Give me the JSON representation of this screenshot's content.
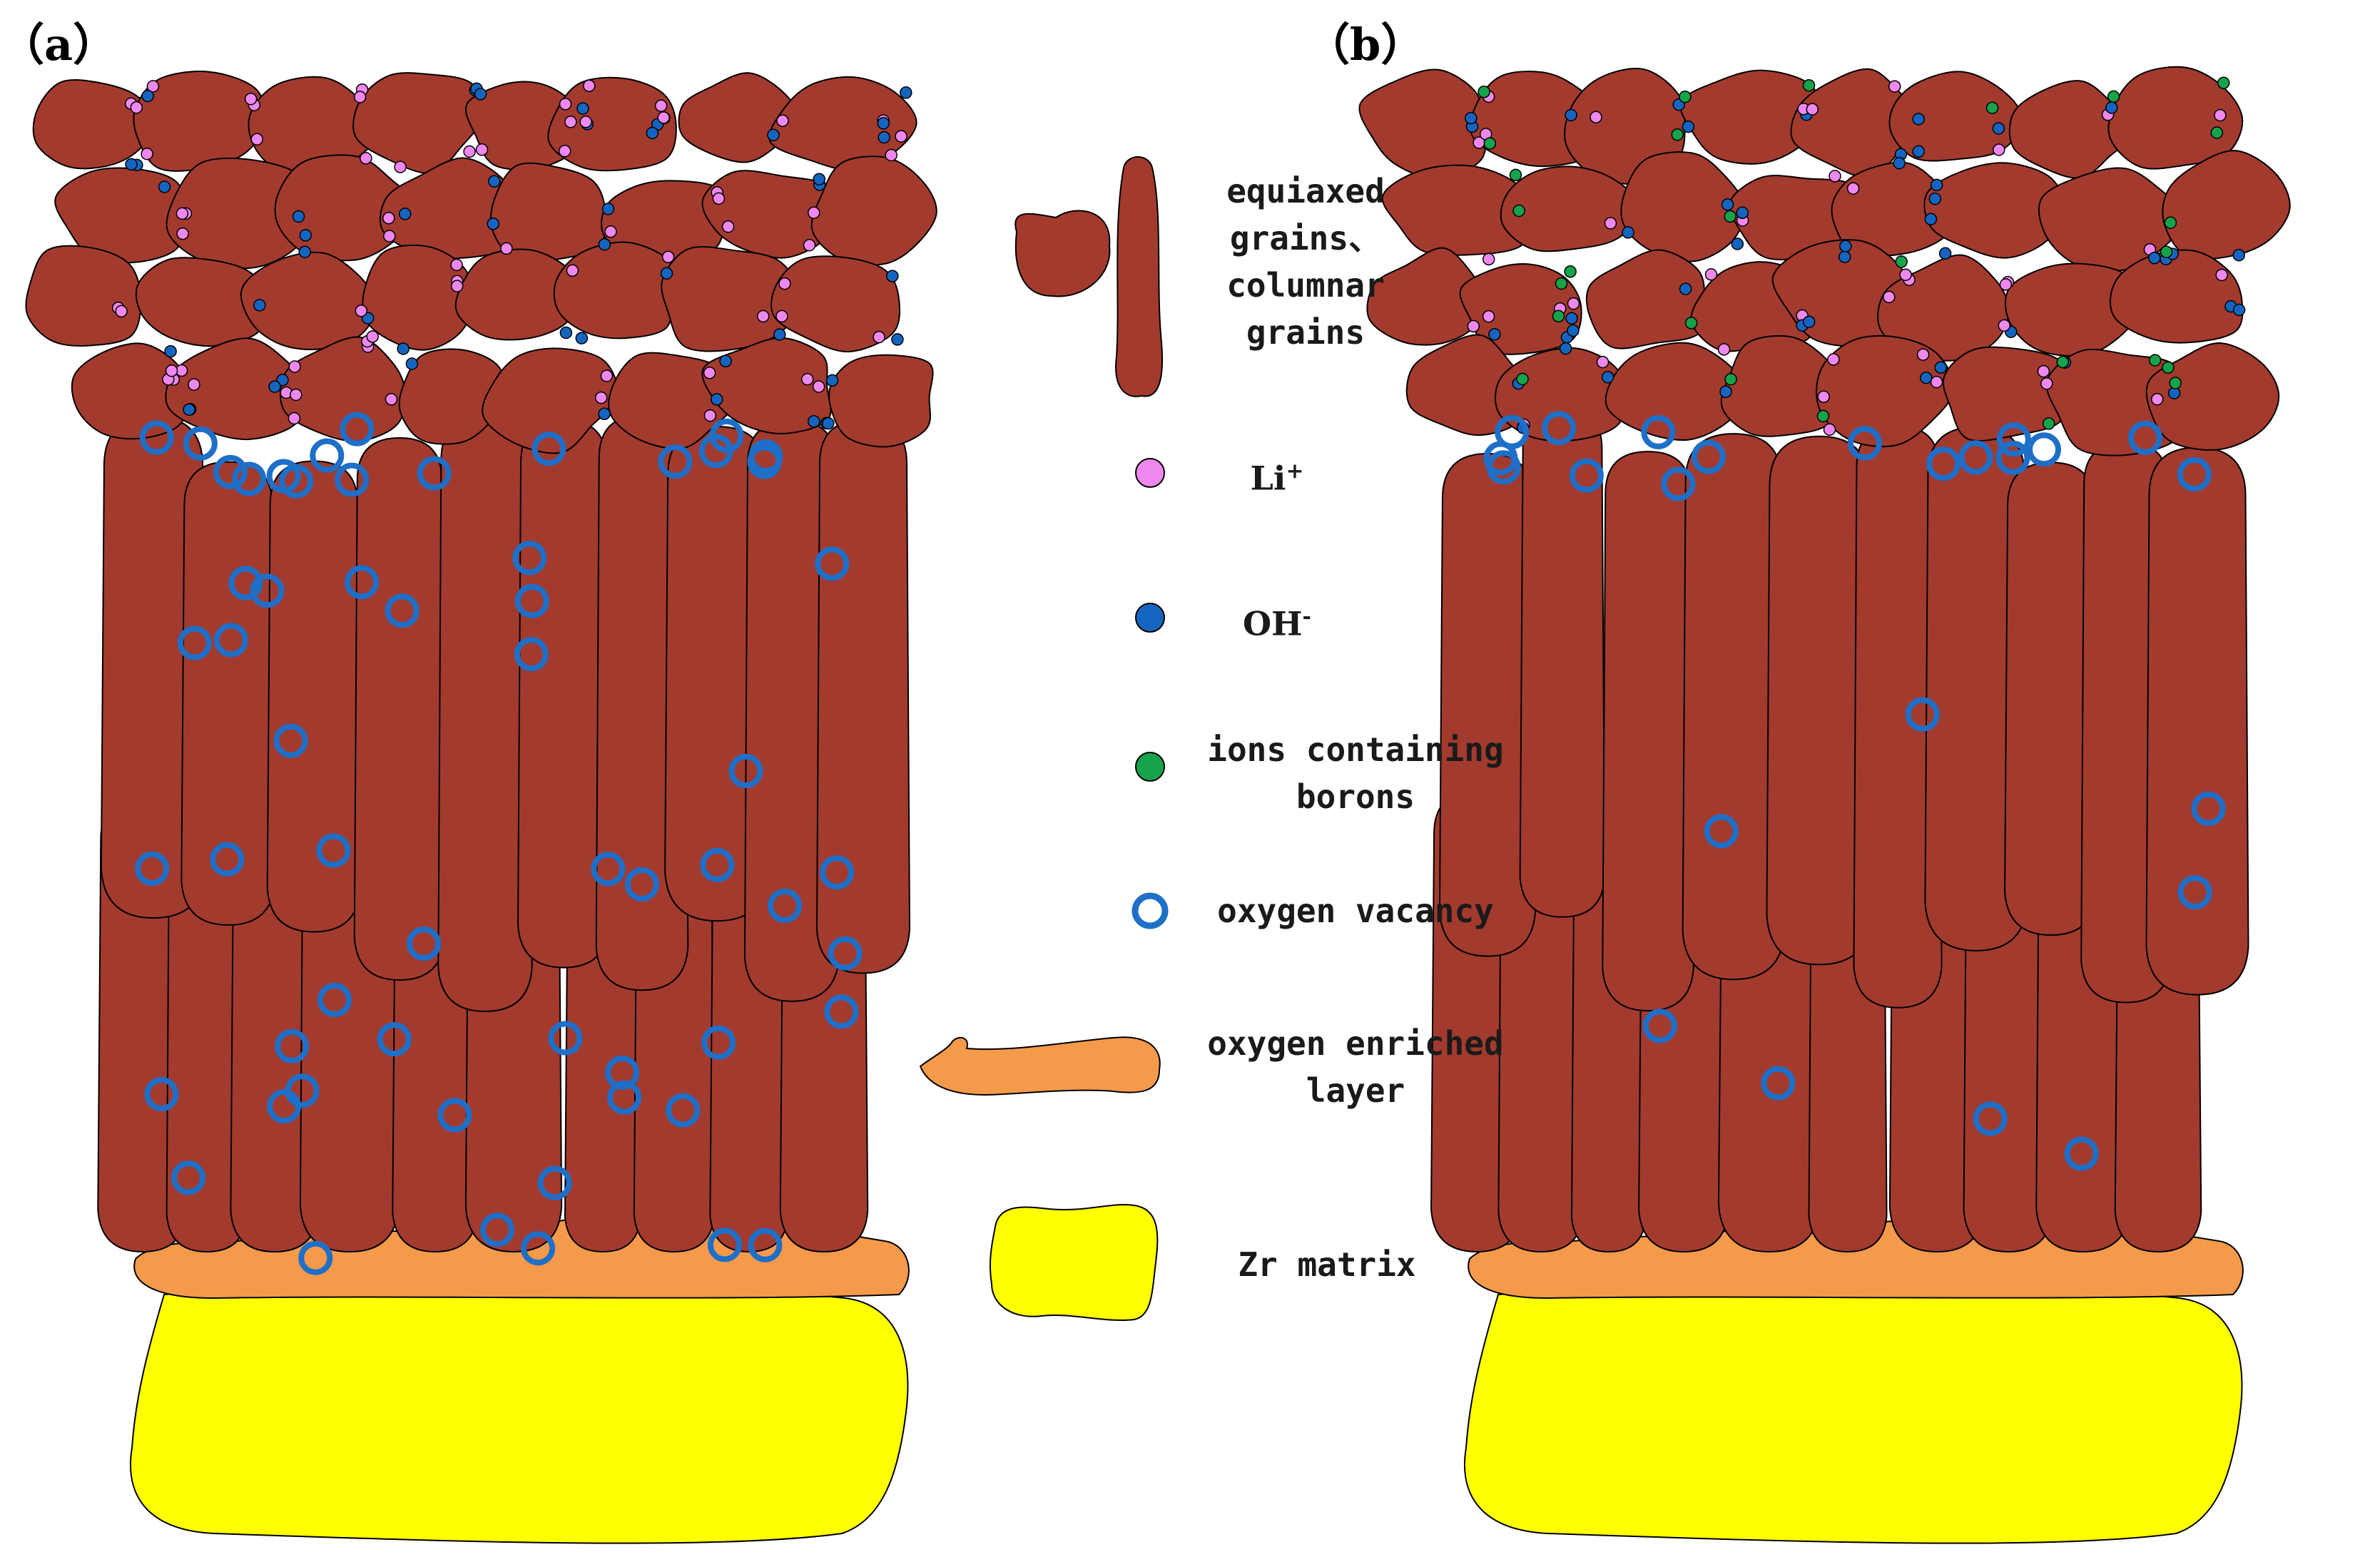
{
  "panels": [
    {
      "label": "（a）",
      "has_boron": false
    },
    {
      "label": "（b）",
      "has_boron": true
    }
  ],
  "legend": {
    "grains": {
      "line1": "equiaxed",
      "line2": "grains、",
      "line3": "columnar",
      "line4": "grains"
    },
    "li": {
      "base": "Li",
      "sup": "+"
    },
    "oh": {
      "base": "OH",
      "sup": "-"
    },
    "boron": {
      "line1": "ions containing",
      "line2": "borons"
    },
    "vacancy": "oxygen vacancy",
    "oxygen_layer": {
      "line1": "oxygen enriched",
      "line2": "layer"
    },
    "matrix": "Zr matrix"
  },
  "colors": {
    "grain": "#a33a2e",
    "li": "#ee88ee",
    "oh": "#1565c0",
    "boron": "#16a34a",
    "vacancy": "#1e6fc8",
    "oxygen_layer": "#f59a4a",
    "matrix": "#ffff00"
  }
}
